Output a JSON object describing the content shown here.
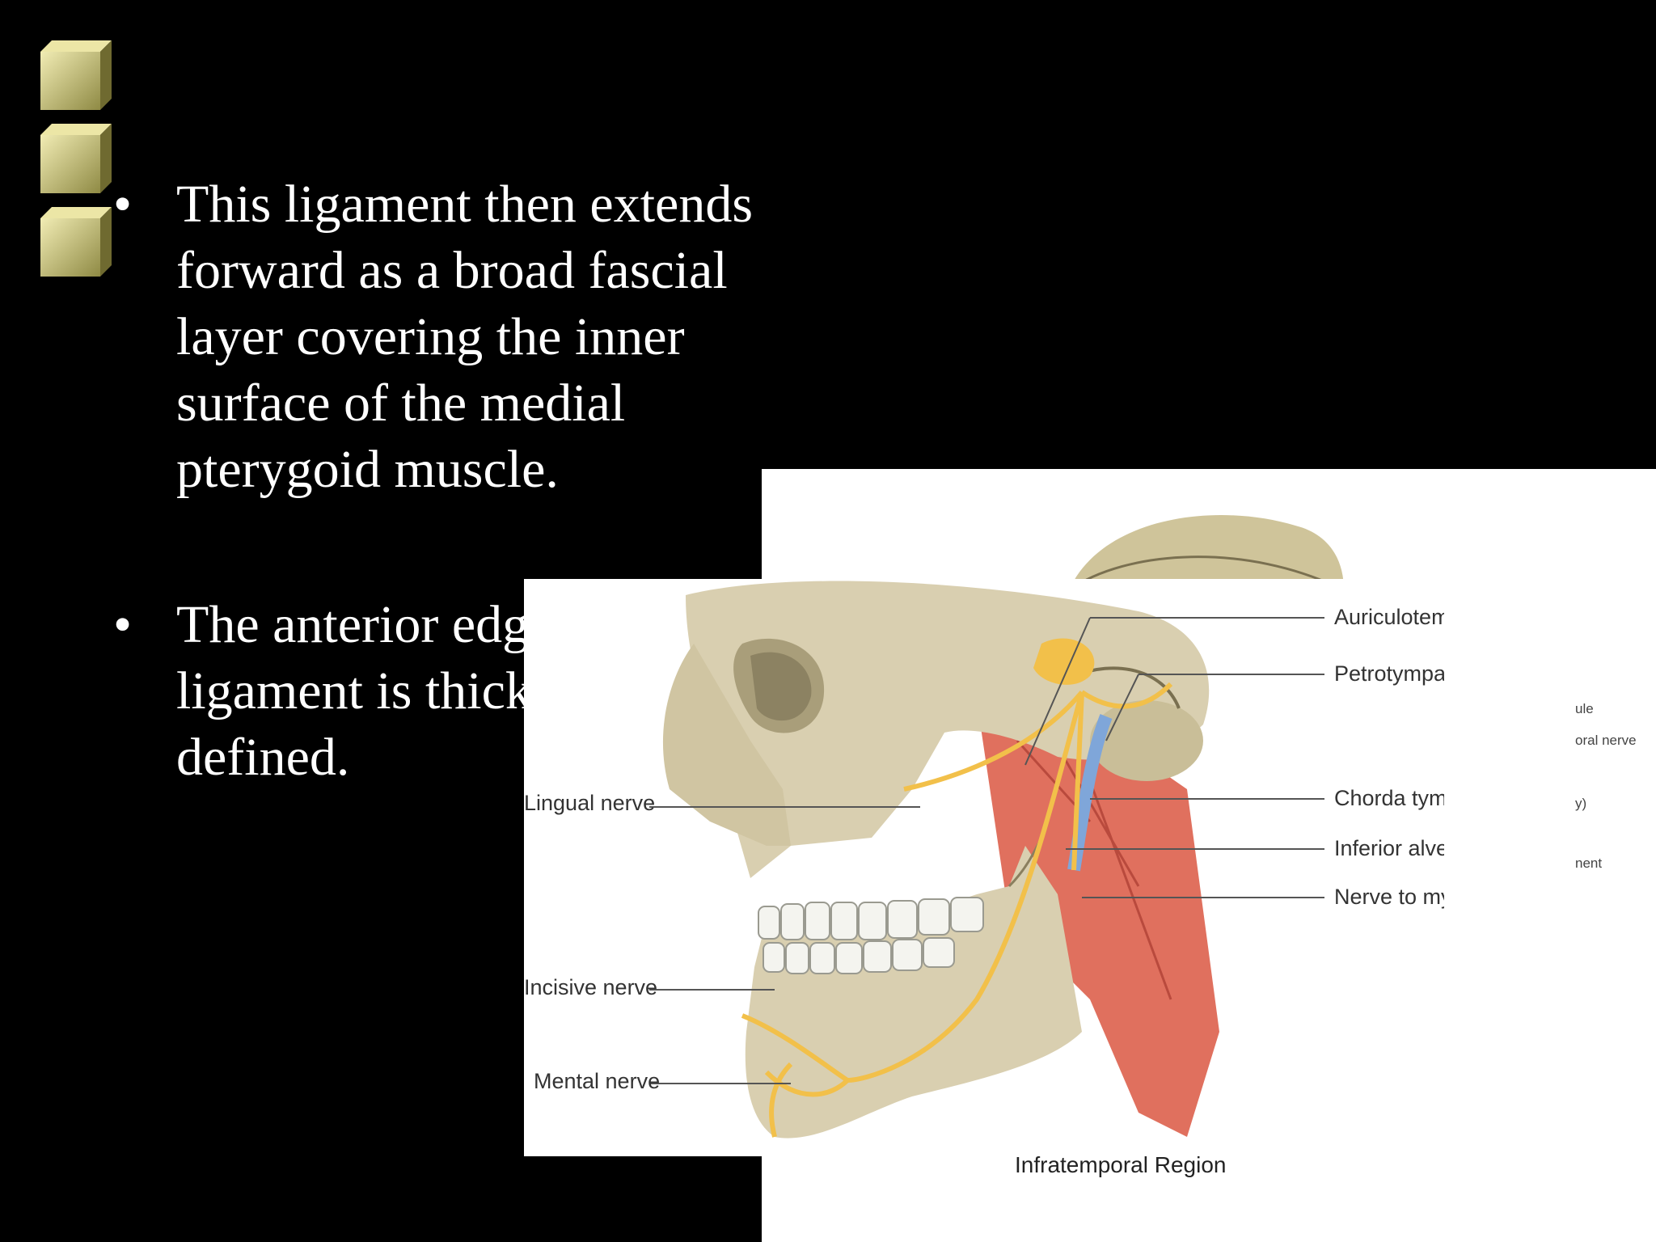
{
  "bullets": [
    "This ligament then extends forward as a broad fascial layer covering the inner surface of the medial pterygoid muscle.",
    "The anterior edge of the ligament is thick and sharply defined."
  ],
  "bullet_char": "•",
  "figure": {
    "caption": "Infratemporal Region",
    "right_labels": [
      "Auriculotemporal nerve",
      "Petrotympanic fissure",
      "Chorda tympani nerve",
      "Inferior alveolar nerve",
      "Nerve to mylohyoid"
    ],
    "left_labels": [
      "Lingual nerve",
      "Incisive nerve",
      "Mental nerve"
    ],
    "partial_labels": [
      "ule",
      "oral nerve",
      "y)",
      "nent"
    ]
  },
  "colors": {
    "background": "#000000",
    "text": "#ffffff",
    "cube_face": "#c8c27a",
    "bone": "#d9cfb0",
    "muscle": "#e0705e",
    "nerve": "#f2c04a"
  }
}
